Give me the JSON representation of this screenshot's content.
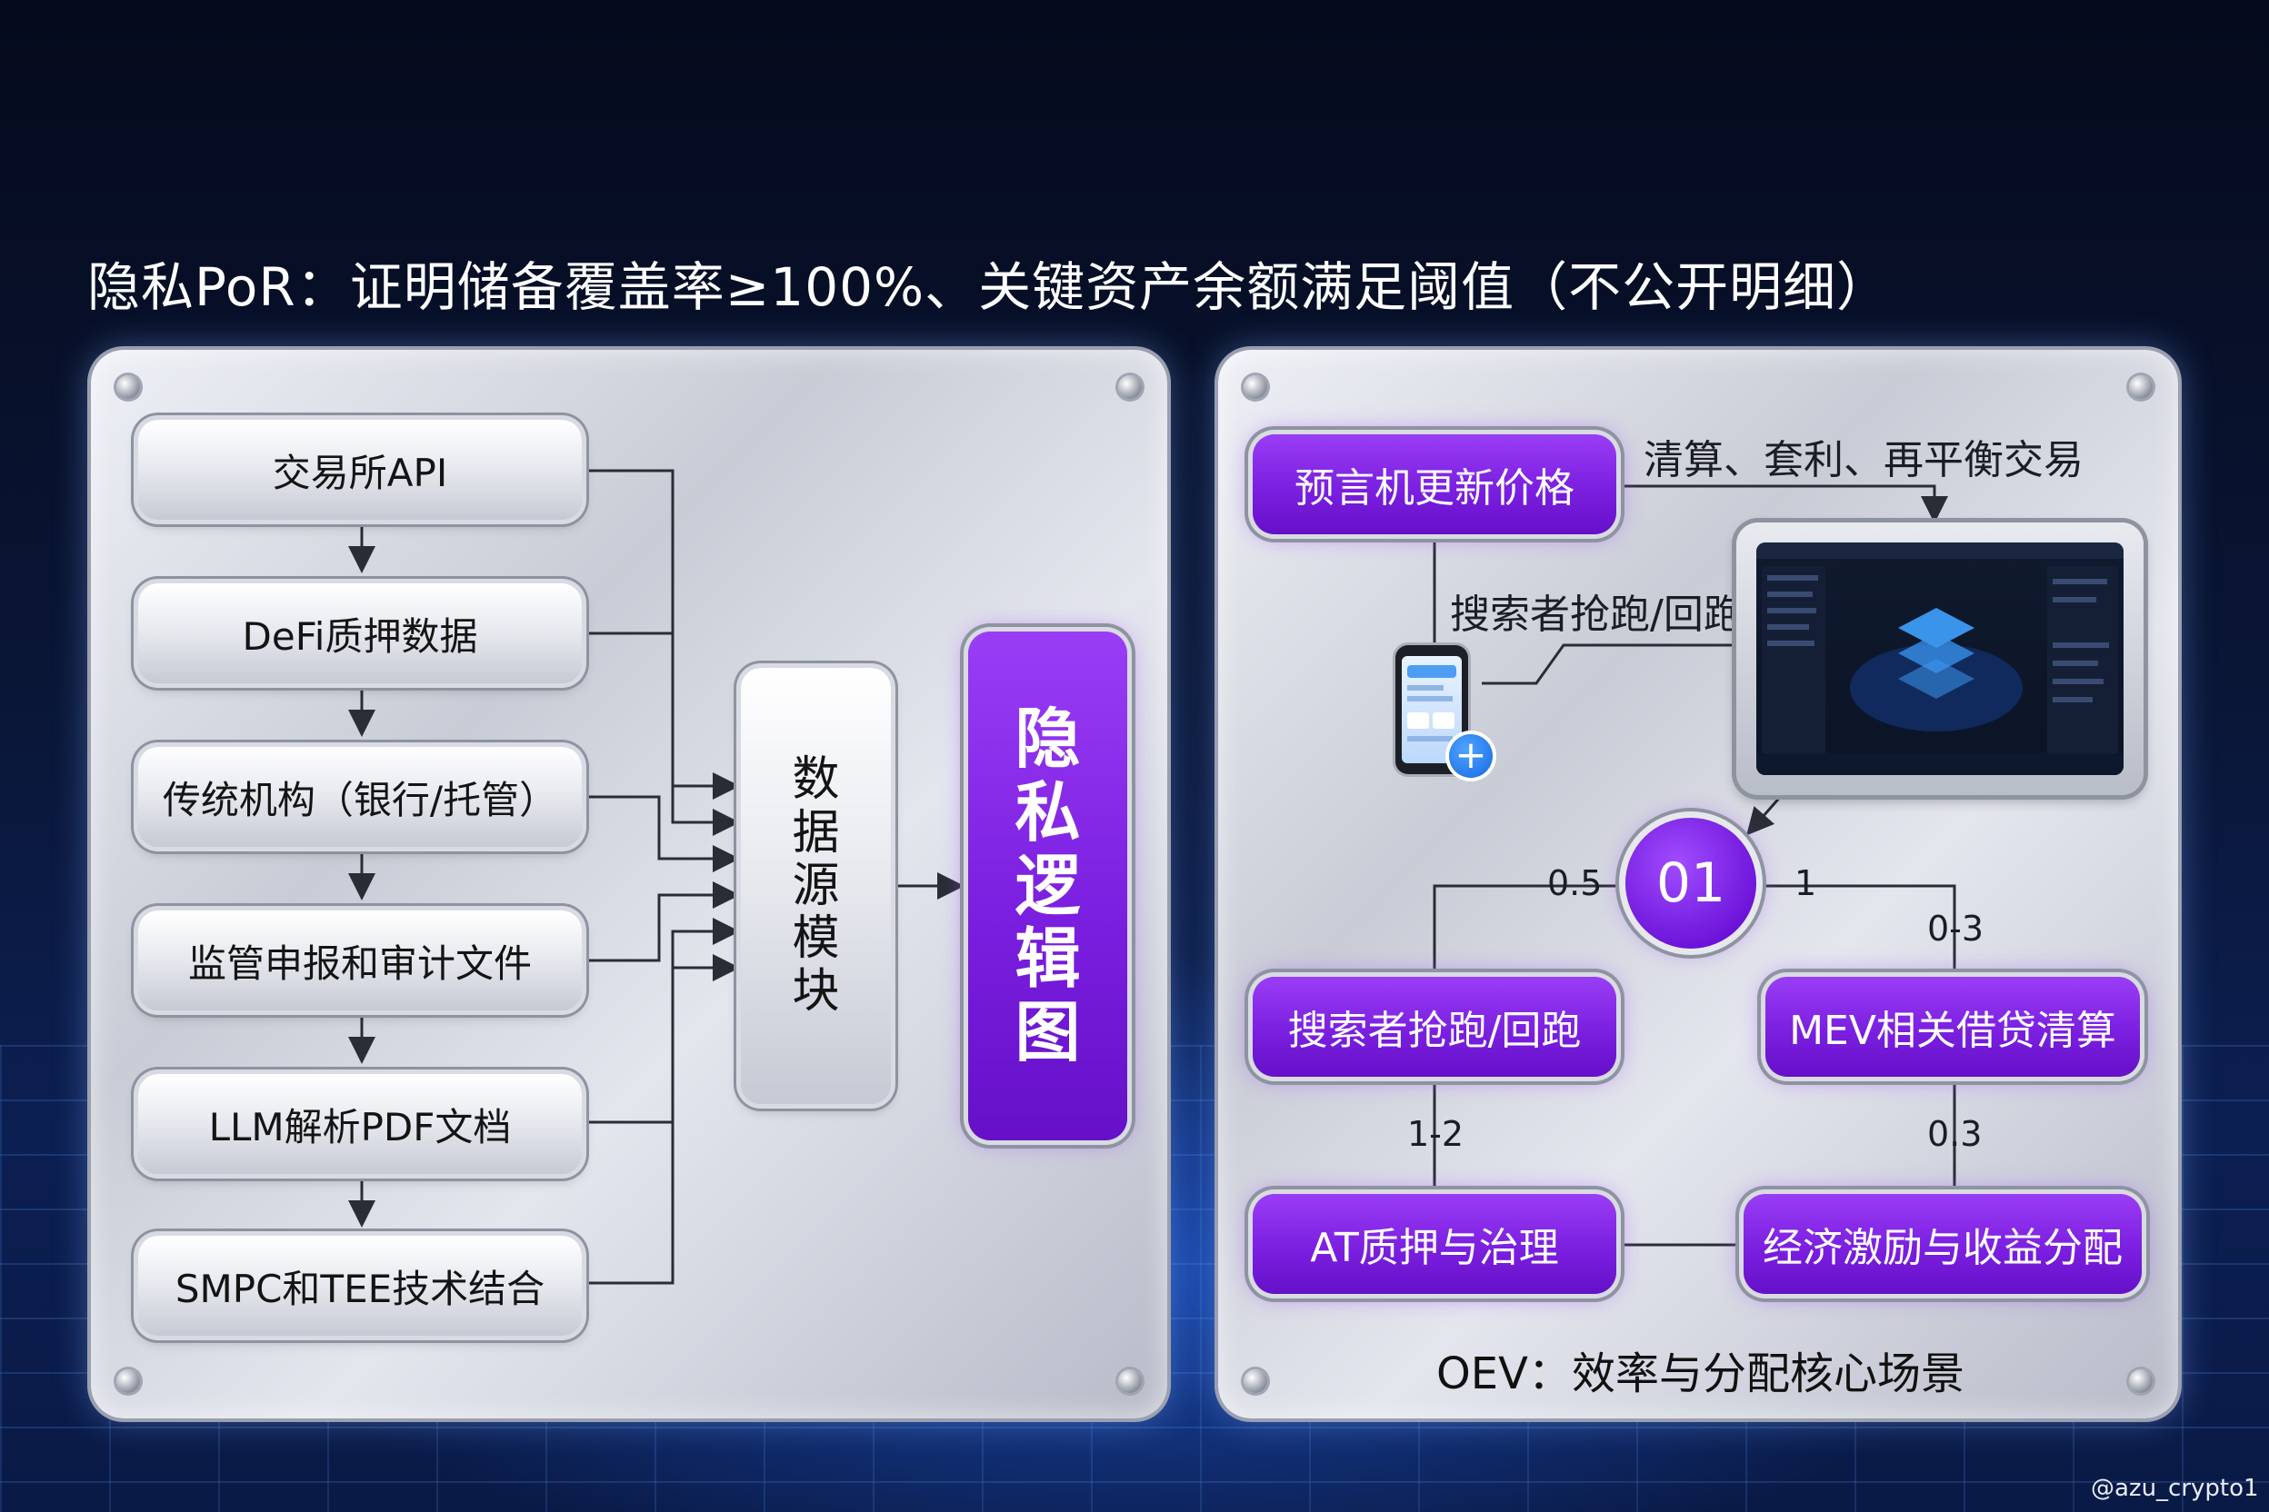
{
  "title": "隐私PoR：证明储备覆盖率≥100%、关键资产余额满足阈值（不公开明细）",
  "left": {
    "sources": [
      "交易所API",
      "DeFi质押数据",
      "传统机构（银行/托管）",
      "监管申报和审计文件",
      "LLM解析PDF文档",
      "SMPC和TEE技术结合"
    ],
    "module_chars": [
      "数",
      "据",
      "源",
      "模",
      "块"
    ],
    "logic_chars": [
      "隐",
      "私",
      "逻",
      "辑",
      "图"
    ]
  },
  "right": {
    "oracle": "预言机更新价格",
    "oracle_action": "清算、套利、再平衡交易",
    "searcher_label": "搜索者抢跑/回跑",
    "hub": "01",
    "searcher": "搜索者抢跑/回跑",
    "mev": "MEV相关借贷清算",
    "at": "AT质押与治理",
    "econ": "经济激励与收益分配",
    "edge_labels": {
      "hub_left": "0.5",
      "hub_right": "1",
      "hub_mev": "0-3",
      "searcher_at": "1-2",
      "mev_econ": "0.3"
    },
    "caption": "OEV：效率与分配核心场景"
  },
  "watermark": "@azu_crypto1",
  "colors": {
    "purple": "#7b1fe0",
    "silver": "#e6e8ee",
    "background": "#0a1636",
    "line": "#2a2d36"
  },
  "icons": [
    "monitor-icon",
    "phone-icon",
    "plus-icon"
  ]
}
